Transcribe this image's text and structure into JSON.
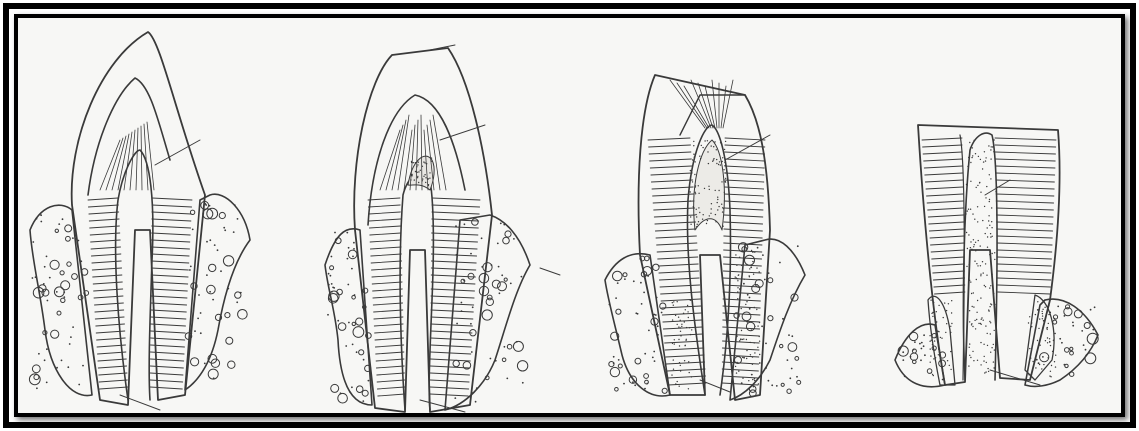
{
  "figure": {
    "panel_count": 4,
    "border_color": "#000000",
    "background_color": "#f7f7f5",
    "ink_color": "#3a3a3a",
    "panels": [
      {
        "name": "tooth-panel-1"
      },
      {
        "name": "tooth-panel-2"
      },
      {
        "name": "tooth-panel-3"
      },
      {
        "name": "tooth-panel-4"
      }
    ]
  }
}
